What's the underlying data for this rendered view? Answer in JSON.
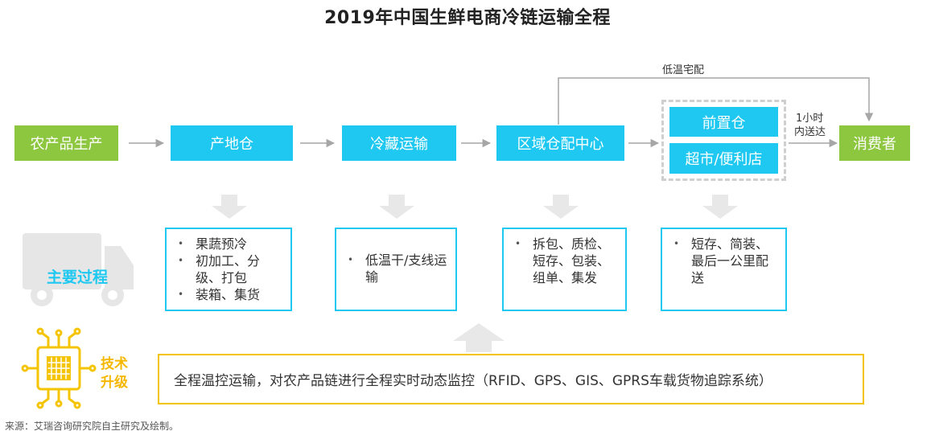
{
  "title": "2019年中国生鲜电商冷链运输全程",
  "stages": {
    "farm": "农产品生产",
    "origin_warehouse": "产地仓",
    "cold_transport": "冷藏运输",
    "regional_dc": "区域仓配中心",
    "front_warehouse": "前置仓",
    "supermarket": "超市/便利店",
    "consumer": "消费者"
  },
  "edges": {
    "low_temp_home_delivery": "低温宅配",
    "one_hour_line1": "1小时",
    "one_hour_line2": "内送达"
  },
  "main_process_label": "主要过程",
  "details": [
    {
      "items": [
        "果蔬预冷",
        "初加工、分级、打包",
        "装箱、集货"
      ]
    },
    {
      "items": [
        "低温干/支线运输"
      ]
    },
    {
      "items": [
        "拆包、质检、短存、包装、组单、集发"
      ]
    },
    {
      "items": [
        "短存、简装、最后一公里配送"
      ]
    }
  ],
  "tech": {
    "label_line1": "技术",
    "label_line2": "升级",
    "text": "全程温控运输，对农产品链进行全程实时动态监控（RFID、GPS、GIS、GPRS车载货物追踪系统）"
  },
  "source": "来源：艾瑞咨询研究院自主研究及绘制。",
  "colors": {
    "green": "#8dc63f",
    "blue": "#1ec8f0",
    "gold": "#f5c400",
    "arrow_gray": "#bfbfbf"
  }
}
